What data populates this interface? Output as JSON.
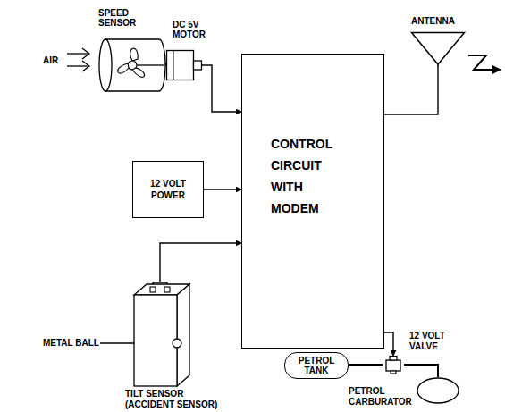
{
  "diagram": {
    "nodes": [
      {
        "text": [
          "SPEED SENSOR"
        ]
      },
      {
        "text": [
          "DC 5V MOTOR"
        ]
      },
      {
        "text": [
          "ANTENNA"
        ]
      },
      {
        "text": [
          "CONTROL CIRCUIT WITH MODEM"
        ]
      },
      {
        "text": [
          "12 VOLT POWER"
        ]
      },
      {
        "text": [
          "TILT SENSOR",
          "(ACCIDENT SENSOR)"
        ]
      },
      {
        "text": [
          "12 VOLT VALVE"
        ]
      },
      {
        "text": [
          "PETROL TANK"
        ]
      },
      {
        "text": [
          "PETROL CARBURATOR"
        ]
      }
    ],
    "edges": [
      {
        "from": 1,
        "to": 3,
        "arrow": "to"
      },
      {
        "from": 4,
        "to": 3,
        "arrow": "to"
      },
      {
        "from": 5,
        "to": 3,
        "arrow": "to"
      },
      {
        "from": 3,
        "to": 2,
        "arrow": "none"
      },
      {
        "from": 3,
        "to": 6,
        "arrow": "to"
      },
      {
        "from": 7,
        "to": 6,
        "arrow": "none"
      },
      {
        "from": 6,
        "to": 8,
        "arrow": "none"
      }
    ],
    "labels": [
      "AIR",
      "METAL BALL"
    ]
  }
}
